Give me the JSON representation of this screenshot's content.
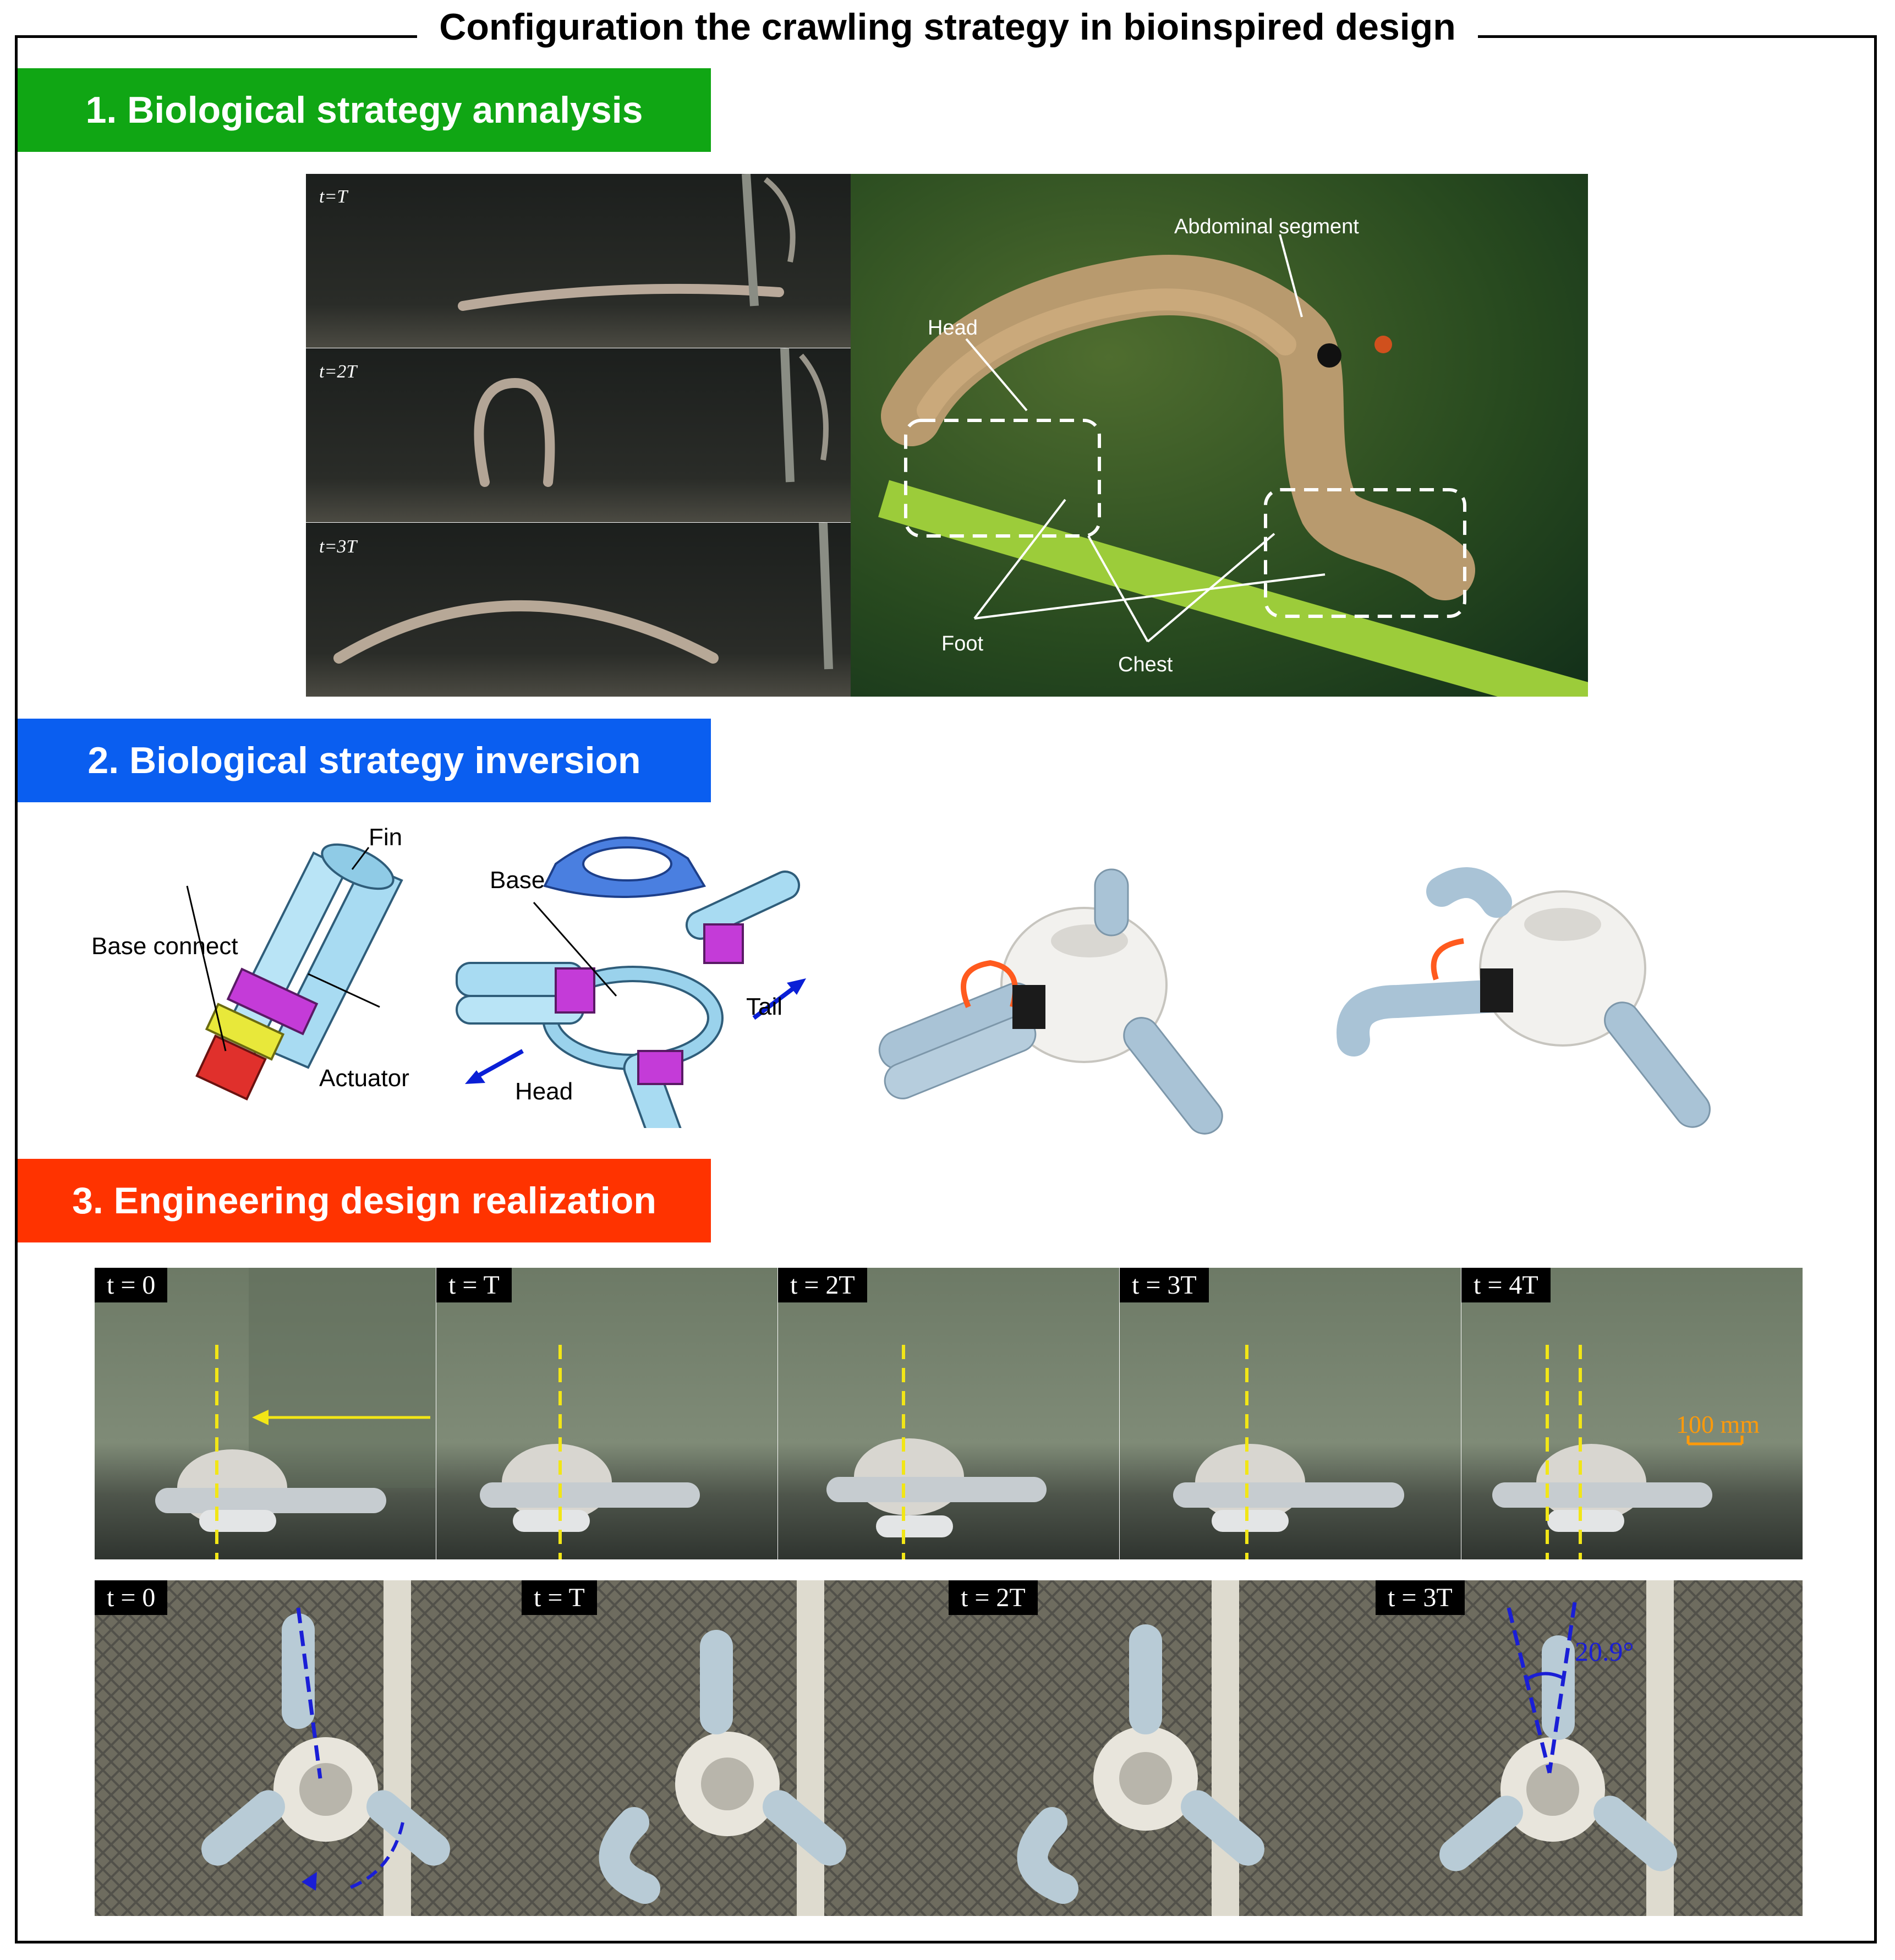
{
  "title": "Configuration the crawling strategy in bioinspired design",
  "sections": [
    {
      "label": "1. Biological strategy annalysis",
      "color": "#10a614"
    },
    {
      "label": "2. Biological strategy inversion",
      "color": "#0a5ef0"
    },
    {
      "label": "3. Engineering design realization",
      "color": "#ff3300"
    }
  ],
  "section1": {
    "frames": [
      "t=T",
      "t=2T",
      "t=3T"
    ],
    "callouts": {
      "abdominal": "Abdominal segment",
      "head": "Head",
      "foot": "Foot",
      "chest": "Chest"
    }
  },
  "section2": {
    "callouts": {
      "fin": "Fin",
      "base_connect": "Base connect",
      "actuator": "Actuator",
      "base": "Base",
      "tail": "Tail",
      "head": "Head"
    }
  },
  "section3": {
    "side_frames": [
      "t = 0",
      "t = T",
      "t = 2T",
      "t = 3T",
      "t = 4T"
    ],
    "top_frames": [
      "t = 0",
      "t = T",
      "t = 2T",
      "t = 3T"
    ],
    "scale_label": "100 mm",
    "angle_label": "20.9°"
  }
}
